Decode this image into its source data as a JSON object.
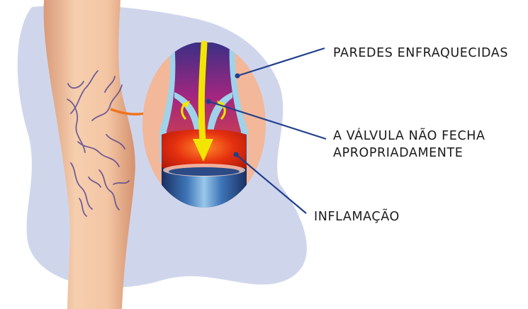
{
  "labels": {
    "weakened_walls": "PAREDES ENFRAQUECIDAS",
    "valve_line1": "A VÁLVULA NÃO FECHA",
    "valve_line2": "APROPRIADAMENTE",
    "inflammation": "INFLAMAÇÃO"
  },
  "colors": {
    "background_blob": "#cfd6ec",
    "skin": "#f1c29f",
    "veins": "#5b4a8f",
    "callout_bg": "#f3b79a",
    "vein_wall": "#9fd3ea",
    "vein_inside": "#9c2a7d",
    "blood_flow_arrow": "#f2e600",
    "inflammation": "#e03a10",
    "leader_lines": "#213f8c",
    "pointer_arrow": "#f0731e"
  },
  "icons": [
    "leg-illustration",
    "vein-cross-section",
    "blood-flow-arrow",
    "backflow-arrow",
    "pointer-arrow"
  ]
}
